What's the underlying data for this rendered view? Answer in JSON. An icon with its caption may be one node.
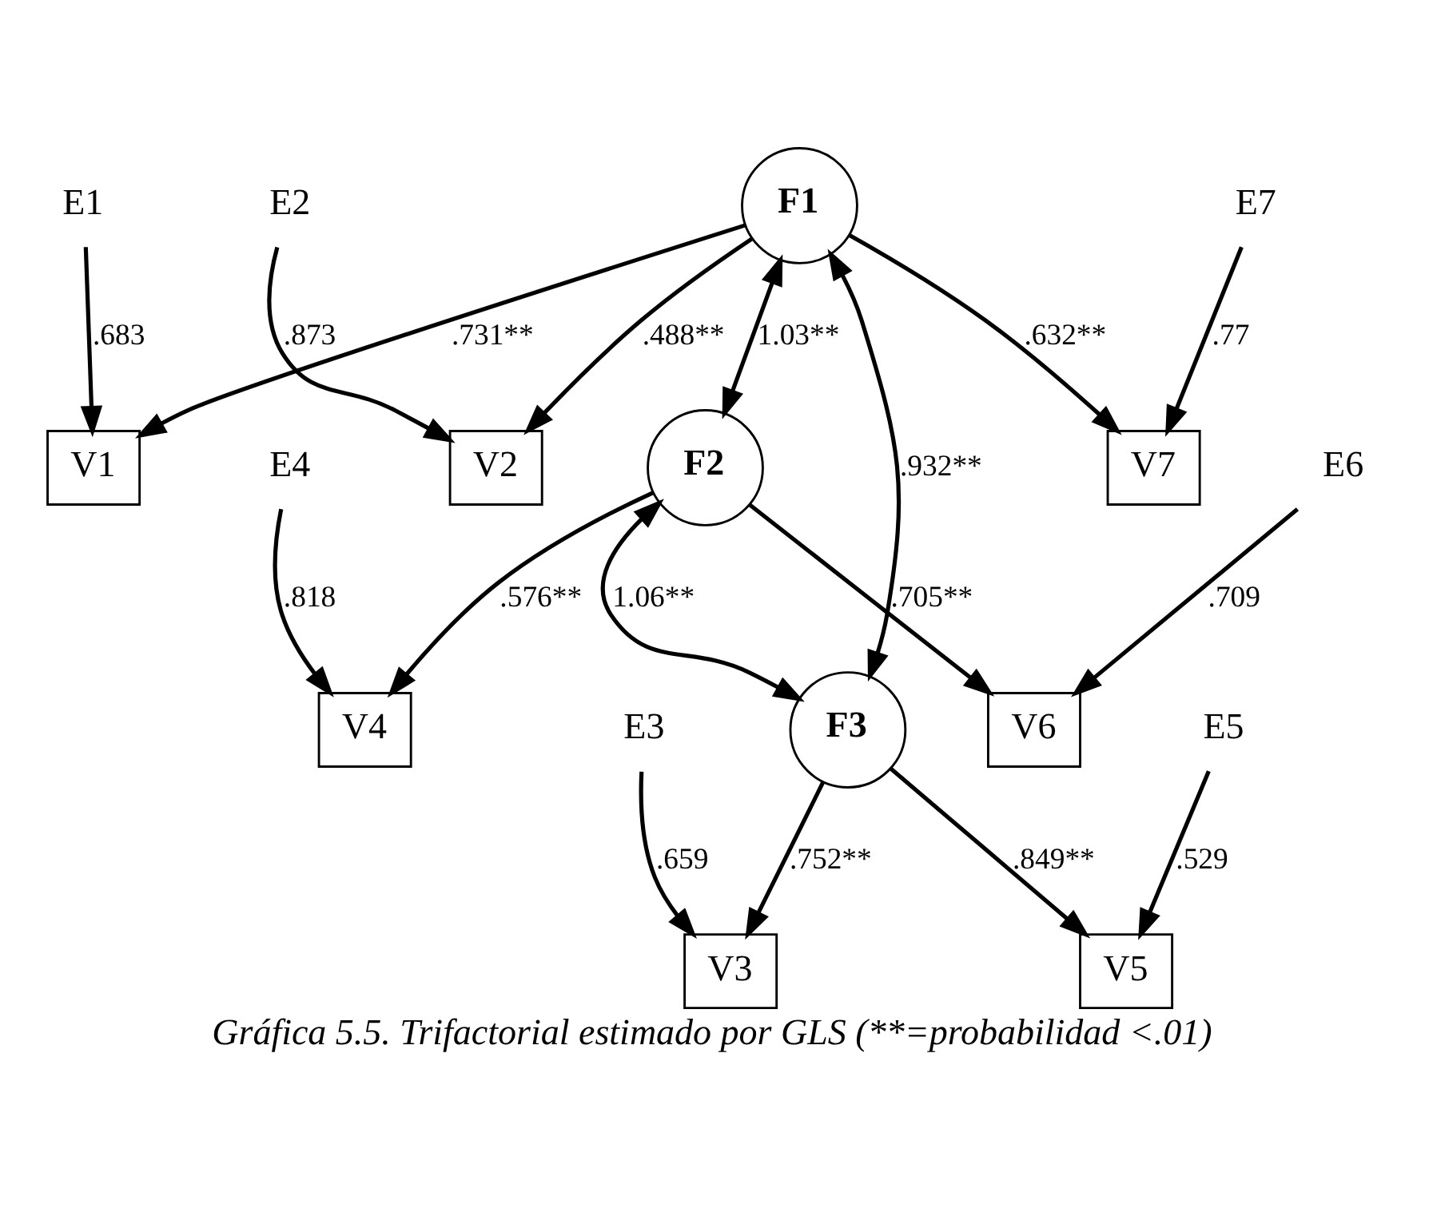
{
  "diagram": {
    "caption": "Gráfica 5.5. Trifactorial estimado por GLS (**=probabilidad <.01)",
    "nodes": [
      {
        "text": [
          "E1"
        ]
      },
      {
        "text": [
          "V1"
        ]
      },
      {
        "text": [
          "F1"
        ]
      },
      {
        "text": [
          "F2"
        ]
      },
      {
        "text": [
          "V4"
        ]
      },
      {
        "text": [
          "E4"
        ]
      },
      {
        "text": [
          "E2"
        ]
      },
      {
        "text": [
          "V2"
        ]
      },
      {
        "text": [
          "V6"
        ]
      },
      {
        "text": [
          "E6"
        ]
      },
      {
        "text": [
          "E7"
        ]
      },
      {
        "text": [
          "V7"
        ]
      },
      {
        "text": [
          "F3"
        ]
      },
      {
        "text": [
          "V3"
        ]
      },
      {
        "text": [
          "V5"
        ]
      },
      {
        "text": [
          "E3"
        ]
      },
      {
        "text": [
          "E5"
        ]
      }
    ],
    "edges": [
      {
        "from": 0,
        "to": 1,
        "arrow": "to",
        "label": ".683"
      },
      {
        "from": 2,
        "to": 1,
        "arrow": "to",
        "label": ".731**"
      },
      {
        "from": 3,
        "to": 4,
        "arrow": "to",
        "label": ".576**"
      },
      {
        "from": 5,
        "to": 4,
        "arrow": "to",
        "label": ".818"
      },
      {
        "from": 2,
        "to": 3,
        "arrow": "both",
        "label": "1.03**"
      },
      {
        "from": 6,
        "to": 7,
        "arrow": "to",
        "label": ".873"
      },
      {
        "from": 2,
        "to": 7,
        "arrow": "to",
        "label": ".488**"
      },
      {
        "from": 3,
        "to": 8,
        "arrow": "to",
        "label": ".705**"
      },
      {
        "from": 9,
        "to": 8,
        "arrow": "to",
        "label": ".709"
      },
      {
        "from": 2,
        "to": 11,
        "arrow": "to",
        "label": ".632**"
      },
      {
        "from": 10,
        "to": 11,
        "arrow": "to",
        "label": ".77"
      },
      {
        "from": 2,
        "to": 12,
        "arrow": "both",
        "label": ".932**"
      },
      {
        "from": 3,
        "to": 12,
        "arrow": "both",
        "label": "1.06**"
      },
      {
        "from": 12,
        "to": 13,
        "arrow": "to",
        "label": ".752**"
      },
      {
        "from": 12,
        "to": 14,
        "arrow": "to",
        "label": ".849**"
      },
      {
        "from": 15,
        "to": 13,
        "arrow": "to",
        "label": ".659"
      },
      {
        "from": 16,
        "to": 14,
        "arrow": "to",
        "label": ".529"
      }
    ]
  }
}
